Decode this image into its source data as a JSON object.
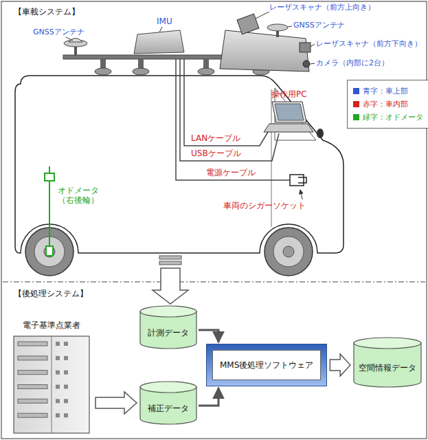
{
  "diagram": {
    "nodes": [
      {
        "text": [
          "電子基準点業者"
        ]
      },
      {
        "text": [
          "計測データ"
        ]
      },
      {
        "text": [
          "補正データ"
        ]
      },
      {
        "text": [
          "MMS後処理ソフトウェア"
        ]
      },
      {
        "text": [
          "空間情報データ"
        ]
      }
    ],
    "edges": [
      {
        "from": 0,
        "to": 2,
        "arrow": "to"
      },
      {
        "from": 1,
        "to": 3,
        "arrow": "to"
      },
      {
        "from": 2,
        "to": 3,
        "arrow": "to"
      },
      {
        "from": 3,
        "to": 4,
        "arrow": "to"
      }
    ],
    "labels": [
      "【車載システム】",
      "レーザスキャナ（前方上向き）",
      "IMU",
      "GNSSアンテナ",
      "GNSSアンテナ",
      "レーザスキャナ（前方下向き）",
      "カメラ（内部に2台）",
      "操作用PC",
      "LANケーブル",
      "USBケーブル",
      "電源ケーブル",
      "車両のシガーソケット",
      "オドメータ（右後輪）",
      "【後処理システム】"
    ],
    "legend": [
      {
        "text": "青字：車上部",
        "color": "#2f55d4"
      },
      {
        "text": "赤字：車内部",
        "color": "#d42020"
      },
      {
        "text": "緑字：オドメータ",
        "color": "#1fa81f"
      }
    ]
  }
}
